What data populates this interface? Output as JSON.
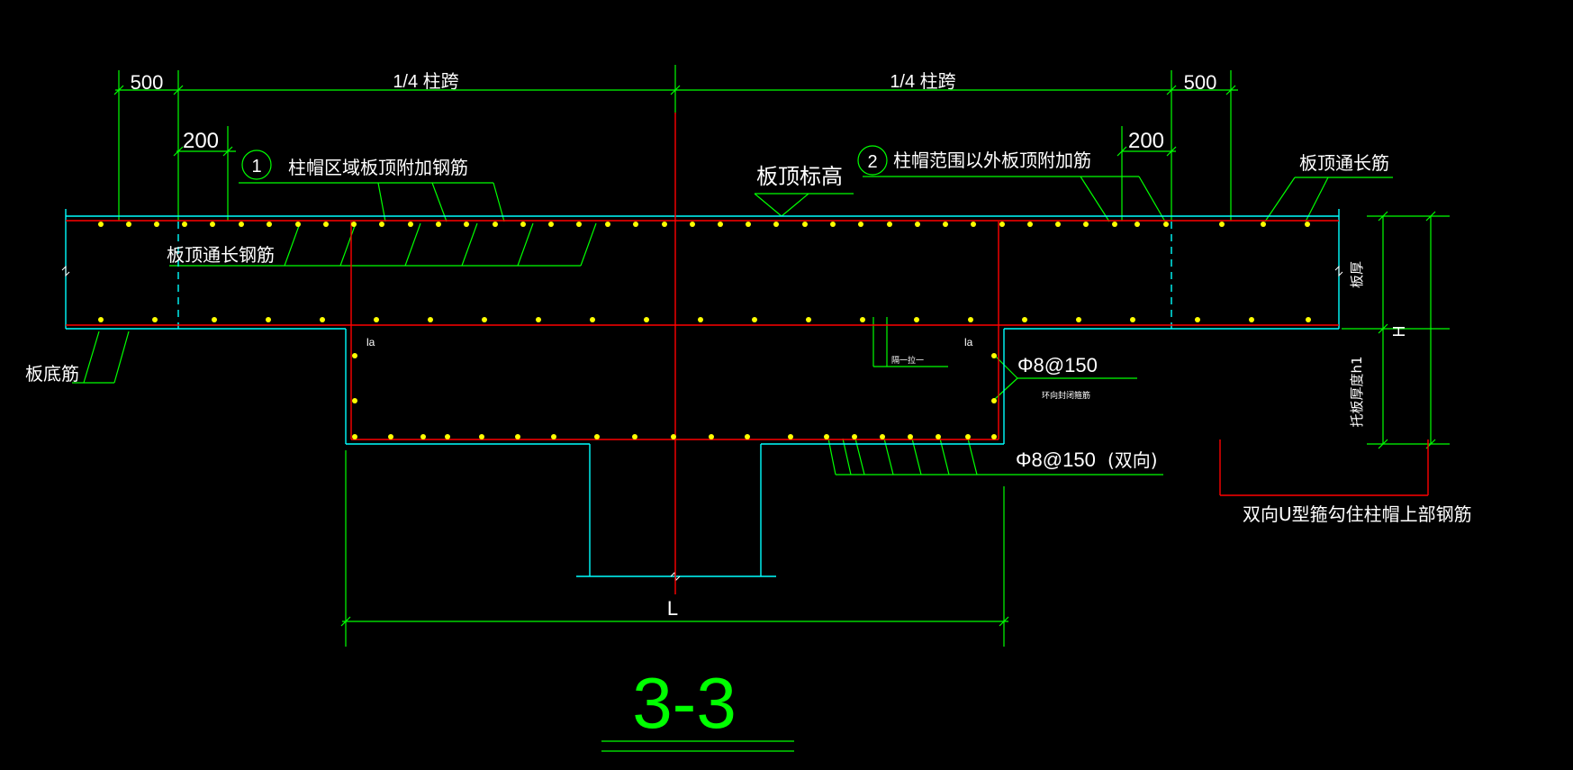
{
  "colors": {
    "background": "#000000",
    "dimension": "#00ff00",
    "outline": "#00ffff",
    "rebar": "#ff0000",
    "rebar_dot": "#ffff00",
    "text": "#ffffff"
  },
  "dims": {
    "left_500": "500",
    "left_quarter": "1/4 柱跨",
    "right_quarter": "1/4 柱跨",
    "right_500": "500",
    "left_200": "200",
    "right_200": "200",
    "bottom_L": "L",
    "h_label": "H",
    "slab_thick": "板厚",
    "drop_thick": "托板厚度h1"
  },
  "labels": {
    "circle1": "1",
    "cap_top_additional": "柱帽区域板顶附加钢筋",
    "circle2": "2",
    "outside_cap_top_additional": "柱帽范围以外板顶附加筋",
    "slab_top_elevation": "板顶标高",
    "slab_top_through_right": "板顶通长筋",
    "slab_top_through_left": "板顶通长钢筋",
    "slab_bottom": "板底筋",
    "la_left": "la",
    "la_right": "la",
    "stirrup_tie": "隔一拉一",
    "hoop_spec": "Φ8@150",
    "hoop_desc": "环向封闭箍筋",
    "bottom_spec": "Φ8@150",
    "bottom_spec_dir": "(双向)",
    "u_stirrup": "双向U型箍勾住柱帽上部钢筋",
    "section_title": "3-3"
  }
}
